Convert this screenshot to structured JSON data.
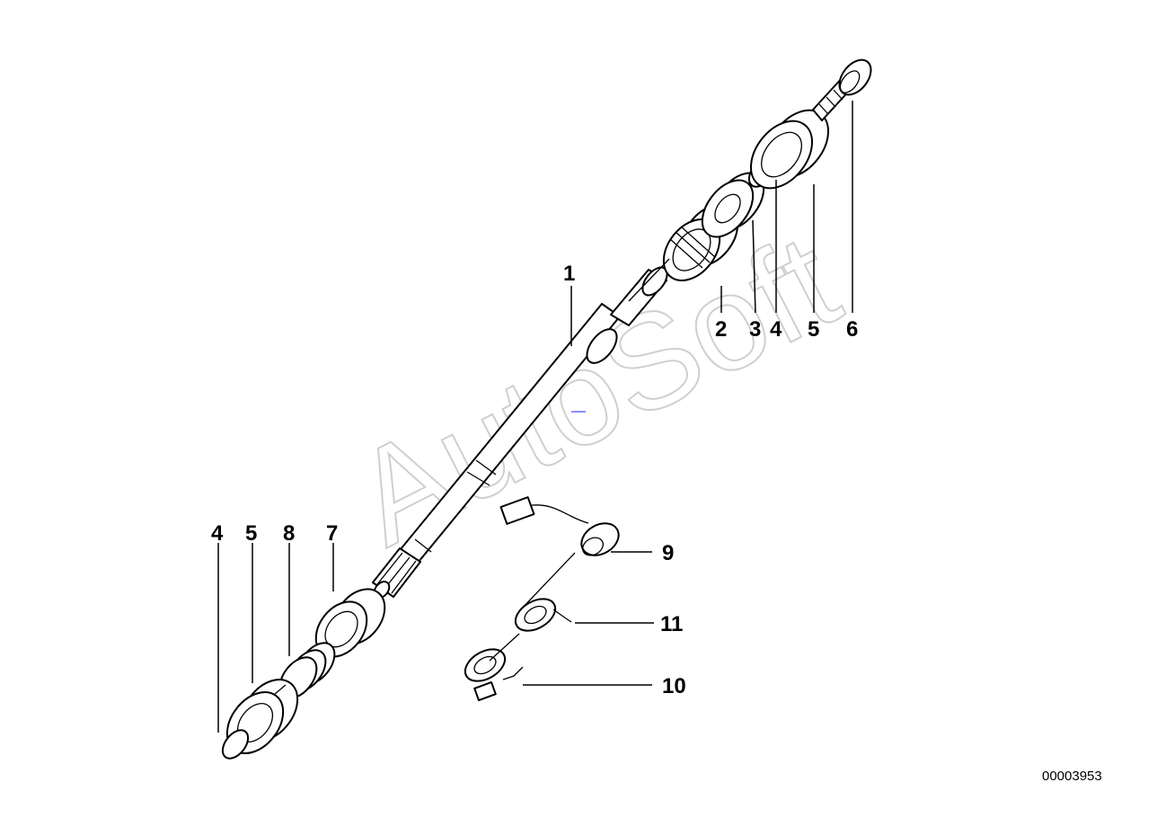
{
  "watermark": "AutoSoft",
  "document_number": "00003953",
  "callouts": [
    {
      "id": "c1",
      "label": "1"
    },
    {
      "id": "c2",
      "label": "2"
    },
    {
      "id": "c3",
      "label": "3"
    },
    {
      "id": "c4a",
      "label": "4"
    },
    {
      "id": "c5a",
      "label": "5"
    },
    {
      "id": "c6",
      "label": "6"
    },
    {
      "id": "c4b",
      "label": "4"
    },
    {
      "id": "c5b",
      "label": "5"
    },
    {
      "id": "c8",
      "label": "8"
    },
    {
      "id": "c7",
      "label": "7"
    },
    {
      "id": "c9",
      "label": "9"
    },
    {
      "id": "c11",
      "label": "11"
    },
    {
      "id": "c10",
      "label": "10"
    }
  ]
}
